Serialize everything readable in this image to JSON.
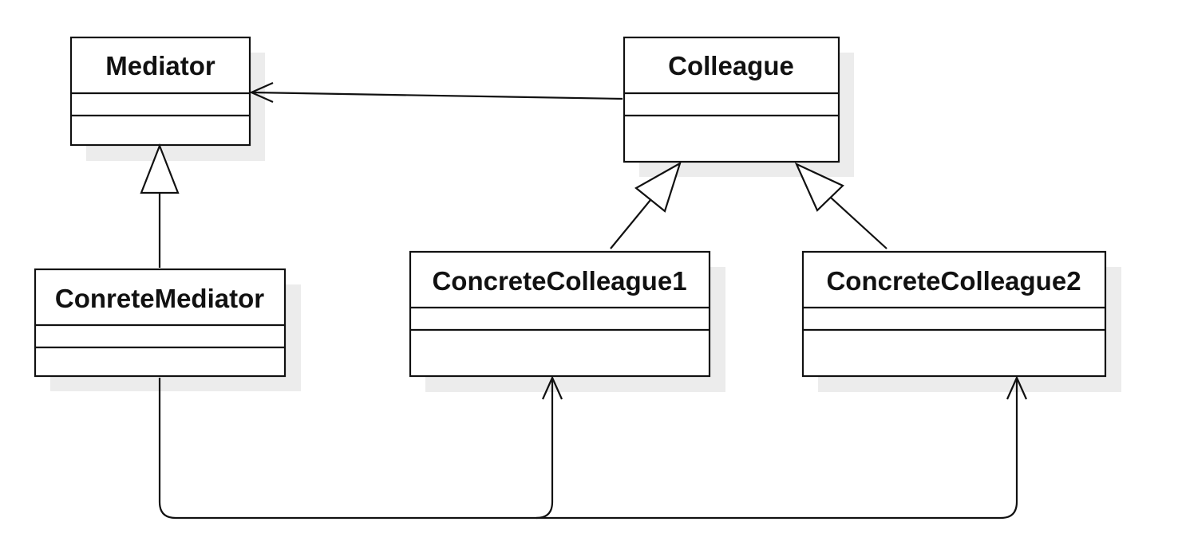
{
  "diagram": {
    "classes": {
      "mediator": {
        "name": "Mediator"
      },
      "colleague": {
        "name": "Colleague"
      },
      "concrete_mediator": {
        "name": "ConreteMediator"
      },
      "concrete_colleague1": {
        "name": "ConcreteColleague1"
      },
      "concrete_colleague2": {
        "name": "ConcreteColleague2"
      }
    },
    "relationships": [
      {
        "type": "association",
        "from": "Colleague",
        "to": "Mediator"
      },
      {
        "type": "generalization",
        "from": "ConreteMediator",
        "to": "Mediator"
      },
      {
        "type": "generalization",
        "from": "ConcreteColleague1",
        "to": "Colleague"
      },
      {
        "type": "generalization",
        "from": "ConcreteColleague2",
        "to": "Colleague"
      },
      {
        "type": "association",
        "from": "ConreteMediator",
        "to": "ConcreteColleague1"
      },
      {
        "type": "association",
        "from": "ConreteMediator",
        "to": "ConcreteColleague2"
      }
    ]
  }
}
